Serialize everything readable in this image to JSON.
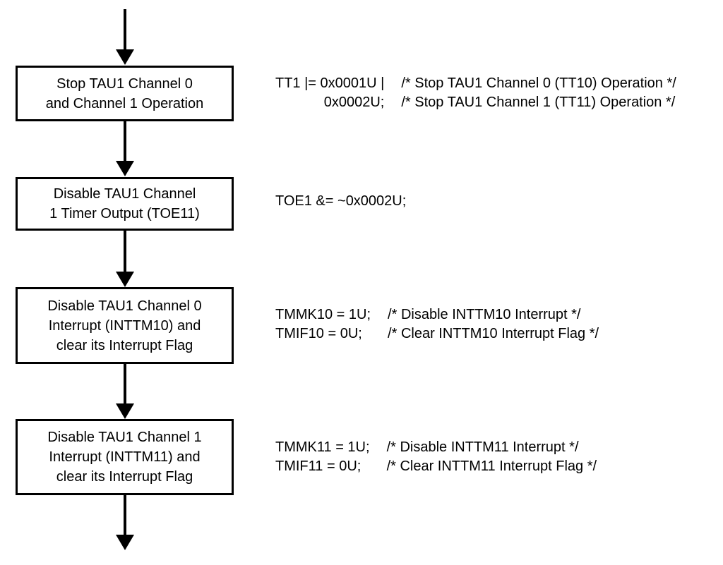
{
  "flowchart": {
    "colors": {
      "background": "#ffffff",
      "box_border": "#000000",
      "arrow": "#000000",
      "text": "#000000"
    },
    "steps": [
      {
        "box_label": "Stop TAU1 Channel 0\nand Channel 1 Operation",
        "code_lines": [
          {
            "code": "TT1 |= 0x0001U |",
            "comment": "/* Stop TAU1 Channel 0 (TT10) Operation */"
          },
          {
            "code": "0x0002U;",
            "comment": "/* Stop TAU1 Channel 1 (TT11) Operation */"
          }
        ]
      },
      {
        "box_label": "Disable TAU1 Channel\n1 Timer Output (TOE11)",
        "code_lines": [
          {
            "code": "TOE1 &= ~0x0002U;",
            "comment": ""
          }
        ]
      },
      {
        "box_label": "Disable TAU1 Channel 0\nInterrupt (INTTM10) and\nclear its Interrupt Flag",
        "code_lines": [
          {
            "code": "TMMK10 = 1U;",
            "comment": "/* Disable INTTM10 Interrupt */"
          },
          {
            "code": "TMIF10 = 0U;",
            "comment": "/* Clear INTTM10 Interrupt Flag */"
          }
        ]
      },
      {
        "box_label": "Disable TAU1 Channel 1\nInterrupt (INTTM11) and\nclear its Interrupt Flag",
        "code_lines": [
          {
            "code": "TMMK11 = 1U;",
            "comment": "/* Disable INTTM11 Interrupt */"
          },
          {
            "code": "TMIF11 = 0U;",
            "comment": "/* Clear INTTM11 Interrupt Flag */"
          }
        ]
      }
    ]
  }
}
